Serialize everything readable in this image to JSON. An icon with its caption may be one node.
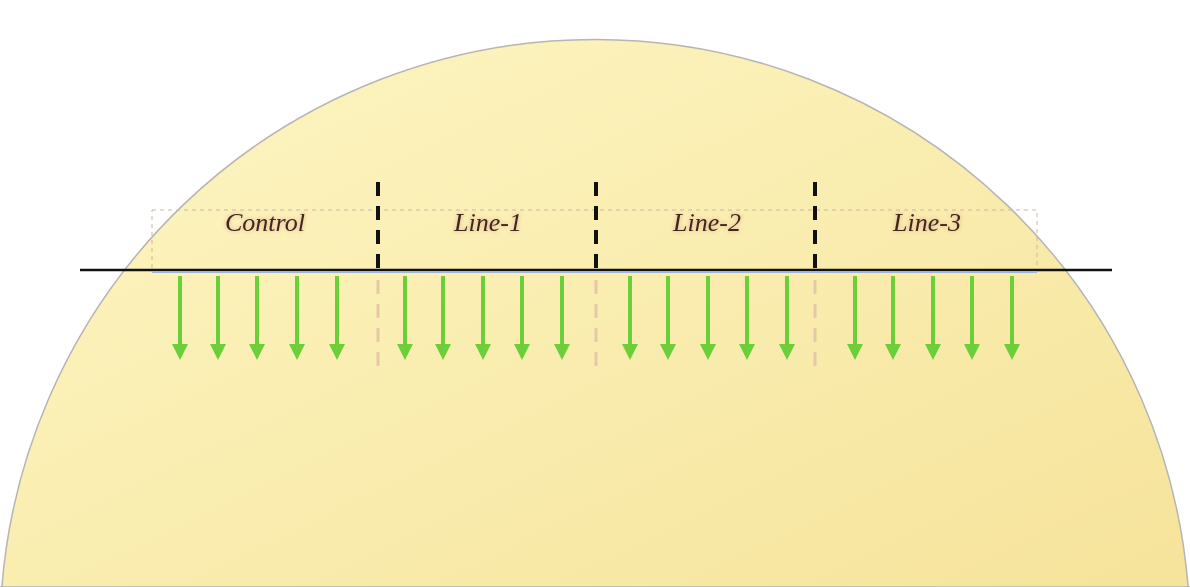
{
  "diagram": {
    "labels": [
      "Control",
      "Line-1",
      "Line-2",
      "Line-3"
    ]
  }
}
